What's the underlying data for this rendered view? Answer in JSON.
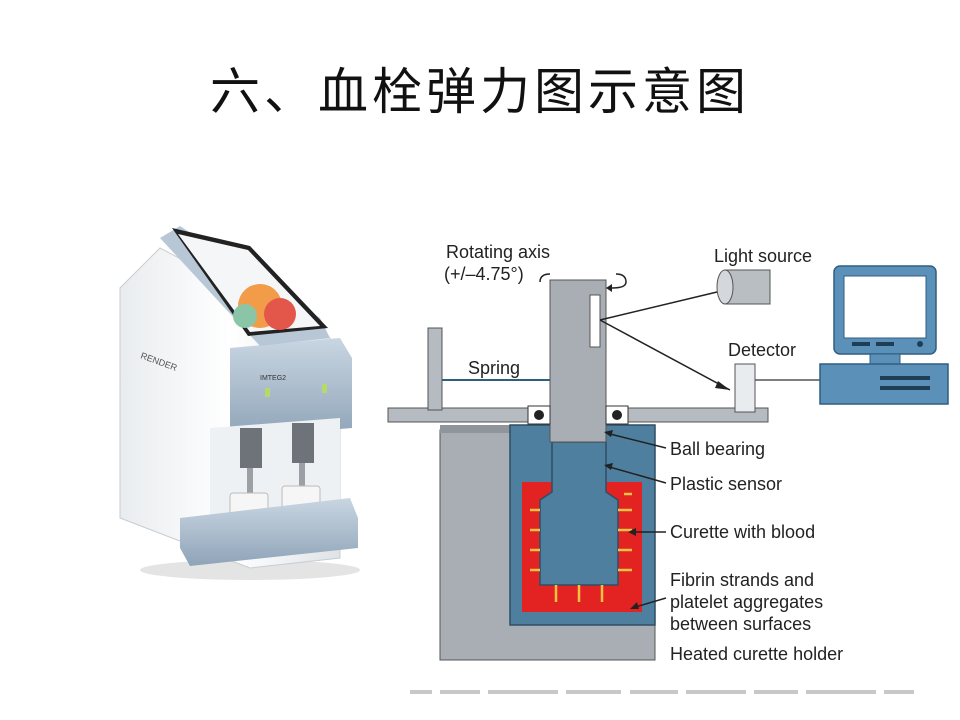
{
  "title": "六、血栓弹力图示意图",
  "device": {
    "brand_text": "RENDER",
    "model_text": "IMTEG2"
  },
  "diagram": {
    "labels": {
      "rotating_axis": "Rotating axis",
      "rotating_axis_range": "(+/–4.75°)",
      "light_source": "Light source",
      "spring": "Spring",
      "detector": "Detector",
      "ball_bearing": "Ball bearing",
      "plastic_sensor": "Plastic sensor",
      "curette_with_blood": "Curette with blood",
      "fibrin_line1": "Fibrin strands and",
      "fibrin_line2": "platelet aggregates",
      "fibrin_line3": "between surfaces",
      "heated_holder": "Heated curette holder"
    }
  },
  "colors": {
    "steel": "#a8aeb4",
    "cup_blue": "#4e7f9f",
    "blood_red": "#e32222",
    "computer_blue": "#5b90b8"
  }
}
